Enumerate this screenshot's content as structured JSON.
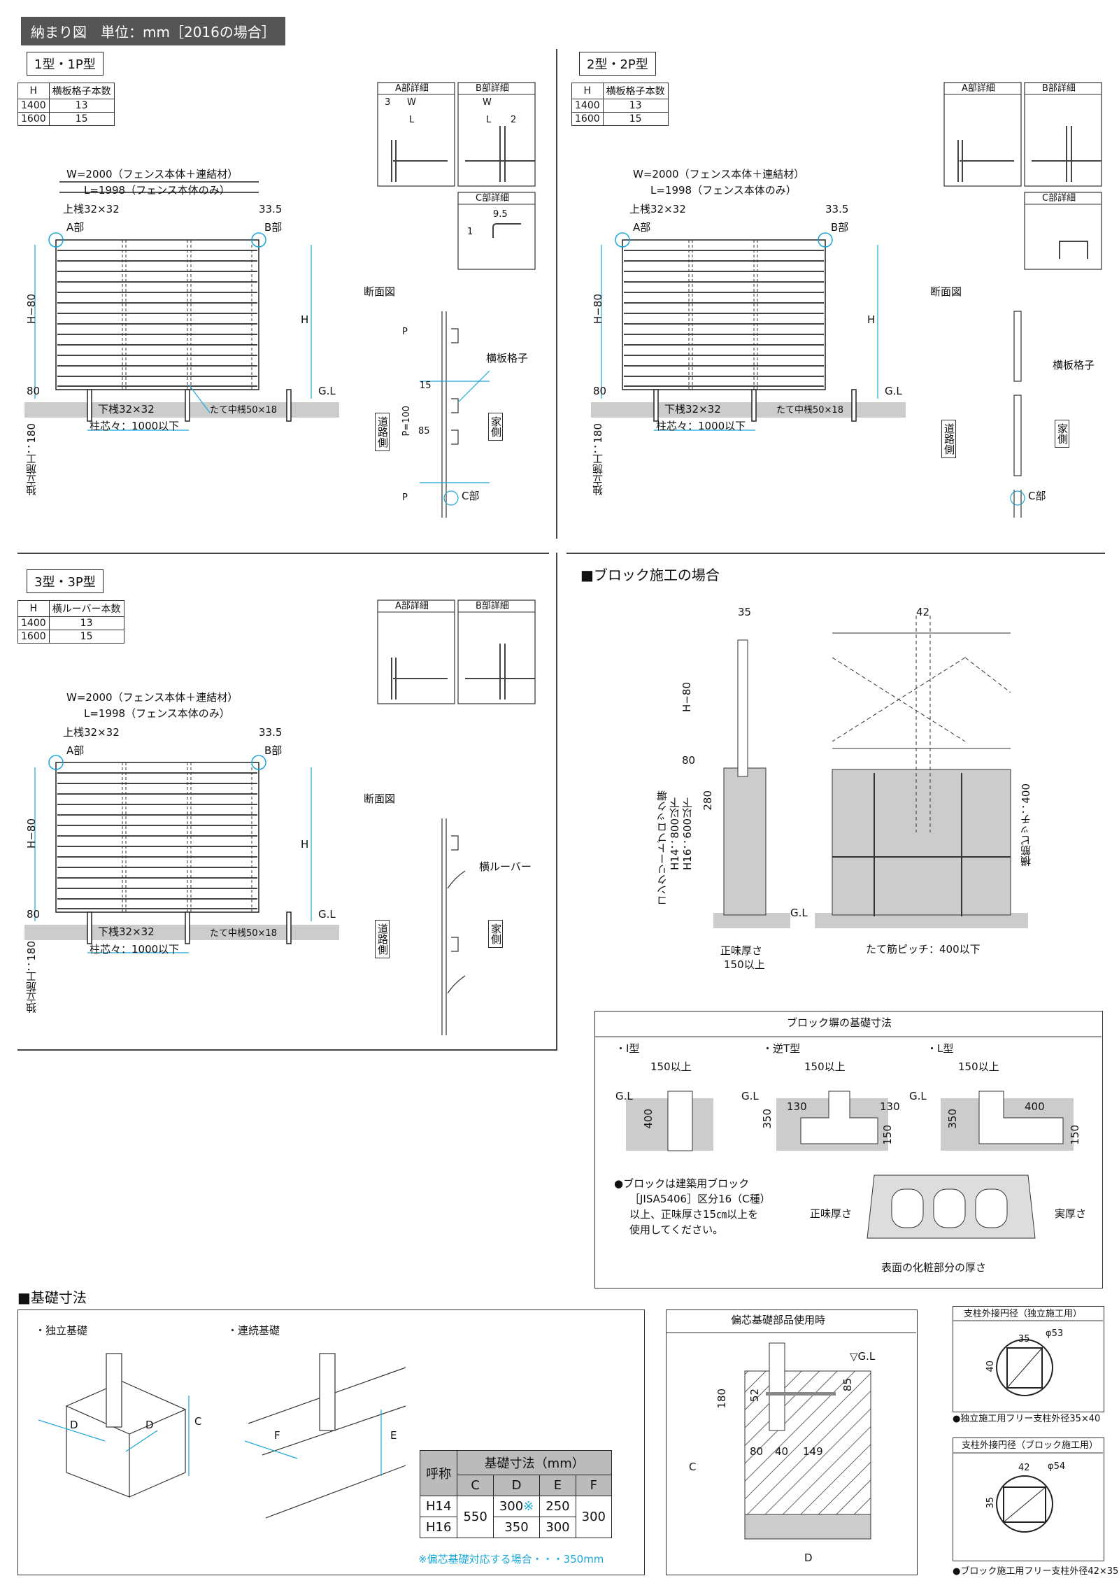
{
  "header": {
    "title": "納まり図　単位：mm［2016の場合］"
  },
  "type1": {
    "label": "1型・1P型",
    "table": {
      "h_col": "H",
      "count_col": "横板格子本数",
      "rows": [
        [
          "1400",
          "13"
        ],
        [
          "1600",
          "15"
        ]
      ]
    },
    "dim_w": "W=2000（フェンス本体＋連結材）",
    "dim_l": "L=1998（フェンス本体のみ）",
    "top_rail": "上桟32×32",
    "a_part": "A部",
    "b_part": "B部",
    "val_335": "33.5",
    "h80": "H−80",
    "h": "H",
    "gl": "G.L",
    "v80": "80",
    "bottom_rail": "下桟32×32",
    "mid_post": "たて中桟50×18",
    "pitch": "柱芯々：1000以下",
    "indep": "独立施工：180",
    "a_detail": "A部詳細",
    "b_detail": "B部詳細",
    "c_detail": "C部詳細",
    "a3": "3",
    "w": "W",
    "l": "L",
    "b2": "2",
    "c95": "9.5",
    "c1": "1",
    "section": "断面図",
    "slat": "横板格子",
    "p": "P",
    "p100": "P=100",
    "v15": "15",
    "v85": "85",
    "road": "道路側",
    "house": "家側",
    "c_part": "C部"
  },
  "type2": {
    "label": "2型・2P型",
    "table": {
      "h_col": "H",
      "count_col": "横板格子本数",
      "rows": [
        [
          "1400",
          "13"
        ],
        [
          "1600",
          "15"
        ]
      ]
    },
    "dim_w": "W=2000（フェンス本体＋連結材）",
    "dim_l": "L=1998（フェンス本体のみ）",
    "top_rail": "上桟32×32",
    "a_part": "A部",
    "b_part": "B部",
    "val_335": "33.5",
    "h80": "H−80",
    "h": "H",
    "gl": "G.L",
    "v80": "80",
    "bottom_rail": "下桟32×32",
    "mid_post": "たて中桟50×18",
    "pitch": "柱芯々：1000以下",
    "indep": "独立施工：180",
    "a_detail": "A部詳細",
    "b_detail": "B部詳細",
    "c_detail": "C部詳細",
    "section": "断面図",
    "slat": "横板格子",
    "road": "道路側",
    "house": "家側",
    "c_part": "C部"
  },
  "type3": {
    "label": "3型・3P型",
    "table": {
      "h_col": "H",
      "count_col": "横ルーバー本数",
      "rows": [
        [
          "1400",
          "13"
        ],
        [
          "1600",
          "15"
        ]
      ]
    },
    "dim_w": "W=2000（フェンス本体＋連結材）",
    "dim_l": "L=1998（フェンス本体のみ）",
    "top_rail": "上桟32×32",
    "a_part": "A部",
    "b_part": "B部",
    "val_335": "33.5",
    "h80": "H−80",
    "h": "H",
    "gl": "G.L",
    "v80": "80",
    "bottom_rail": "下桟32×32",
    "mid_post": "たて中桟50×18",
    "pitch": "柱芯々：1000以下",
    "indep": "独立施工：180",
    "a_detail": "A部詳細",
    "b_detail": "B部詳細",
    "section": "断面図",
    "louver": "横ルーバー",
    "road": "道路側",
    "house": "家側"
  },
  "block": {
    "title": "■ブロック施工の場合",
    "v35": "35",
    "v42": "42",
    "h80": "H−80",
    "v80": "80",
    "v280": "280",
    "wall": "コンクリートブロック塀",
    "h14": "H14：800以下",
    "h16": "H16：600以下",
    "thick": "正味厚さ",
    "thick2": "150以上",
    "rebar_pitch": "たて筋ピッチ：400以下",
    "h_rebar": "横筋ピッチ：400",
    "gl": "G.L"
  },
  "block_fnd": {
    "title": "ブロック塀の基礎寸法",
    "i": "・I型",
    "t": "・逆T型",
    "l": "・L型",
    "over150": "150以上",
    "gl": "G.L",
    "v400": "400",
    "v350": "350",
    "v130": "130",
    "v150": "150",
    "note": [
      "●ブロックは建築用ブロック",
      "［JISA5406］区分16（C種）",
      "以上、正味厚さ15㎝以上を",
      "使用してください。"
    ],
    "net": "正味厚さ",
    "real": "実厚さ",
    "surface": "表面の化粧部分の厚さ"
  },
  "foundation": {
    "title": "■基礎寸法",
    "indep": "・独立基礎",
    "cont": "・連続基礎",
    "letters": {
      "c": "C",
      "d": "D",
      "e": "E",
      "f": "F"
    },
    "table": {
      "name": "呼称",
      "dims": "基礎寸法（mm）",
      "cols": [
        "C",
        "D",
        "E",
        "F"
      ],
      "h14": "H14",
      "h16": "H16",
      "c": "550",
      "d14": "300",
      "d14_mark": "※",
      "d16": "350",
      "e14": "250",
      "e16": "300",
      "f": "300"
    },
    "note": "※偏芯基礎対応する場合・・・350mm"
  },
  "eccentric": {
    "title": "偏芯基礎部品使用時",
    "gl": "▽G.L",
    "v180": "180",
    "v52": "52",
    "v85": "85",
    "v80": "80",
    "v40": "40",
    "v149": "149",
    "c": "C",
    "d": "D"
  },
  "circle1": {
    "title": "支柱外接円径（独立施工用）",
    "a": "35",
    "b": "40",
    "d": "φ53",
    "note": "●独立施工用フリー支柱外径35×40"
  },
  "circle2": {
    "title": "支柱外接円径（ブロック施工用）",
    "a": "42",
    "b": "35",
    "d": "φ54",
    "note": "●ブロック施工用フリー支柱外径42×35"
  }
}
